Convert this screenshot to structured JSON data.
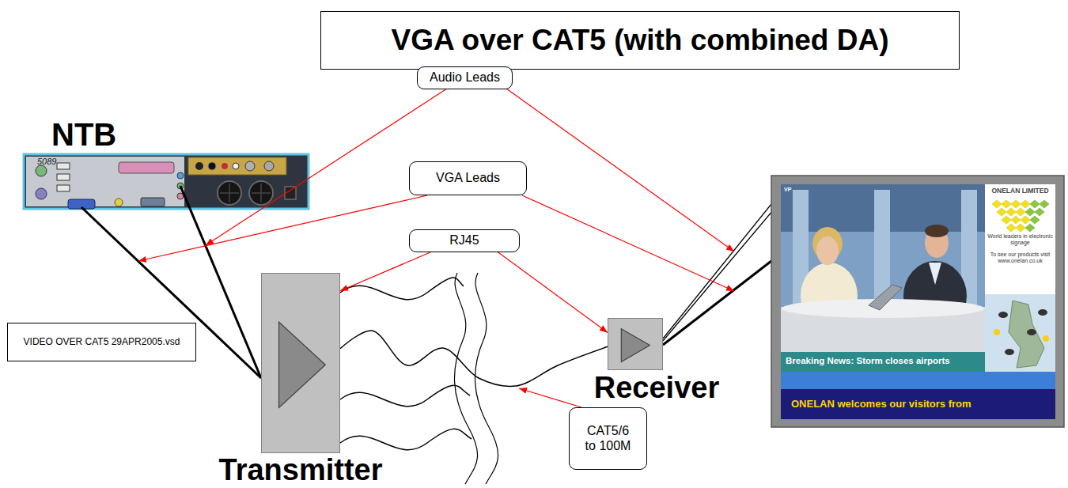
{
  "diagram": {
    "title": "VGA over CAT5 (with combined DA)",
    "nodes": [
      {
        "text": [
          "Audio Leads"
        ]
      },
      {
        "text": [
          "VGA Leads"
        ]
      },
      {
        "text": [
          "RJ45"
        ]
      },
      {
        "text": [
          "Transmitter"
        ]
      },
      {
        "text": [
          "VIDEO OVER CAT5 29APR2005.vsd"
        ]
      },
      {
        "text": [
          "Receiver"
        ]
      },
      {
        "text": [
          "CAT5/6 to 100M"
        ]
      }
    ],
    "edges": [
      {
        "from": 2,
        "to": 3,
        "arrow": "to"
      },
      {
        "from": 2,
        "to": 5,
        "arrow": "to"
      },
      {
        "from": 3,
        "to": 5,
        "arrow": "none"
      }
    ],
    "labels": [
      "NTB",
      "5089",
      "VP",
      "ONELAN LIMITED",
      "World leaders in electronic signage",
      "To see our products visit www.onelan.co.uk",
      "Breaking News: Storm closes airports",
      "ONELAN welcomes our visitors from"
    ]
  }
}
